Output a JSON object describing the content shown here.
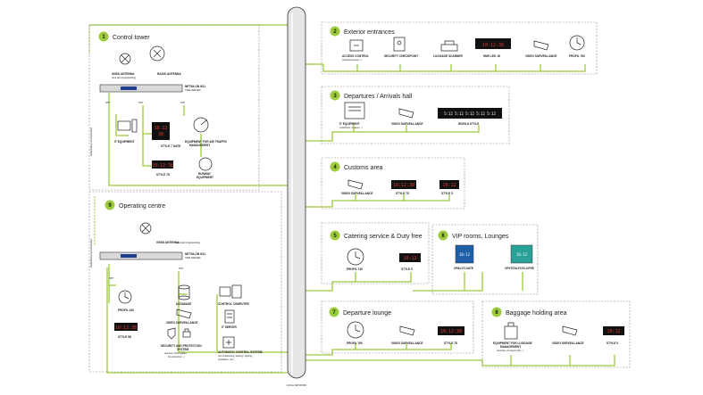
{
  "zones": [
    {
      "num": "1",
      "title": "Control tower"
    },
    {
      "num": "2",
      "title": "Exterior entrances"
    },
    {
      "num": "3",
      "title": "Departures / Arrivals hall"
    },
    {
      "num": "4",
      "title": "Customs area"
    },
    {
      "num": "5",
      "title": "Catering service & Duty free"
    },
    {
      "num": "6",
      "title": "VIP rooms, Lounges"
    },
    {
      "num": "7",
      "title": "Departure lounge"
    },
    {
      "num": "8",
      "title": "Baggage holding area"
    },
    {
      "num": "9",
      "title": "Operating centre"
    }
  ],
  "backbone": {
    "label": "LOCAL NETWORK"
  },
  "redundancy_label": "Redundancy recommended",
  "control_tower": {
    "gnss": "GNSS ANTENNA",
    "gnss_sub": "(anti-jamming/spoofing)",
    "radio": "RADIO ANTENNA",
    "server": "NETSILON 9/11",
    "server_sub": "TIME SERVER",
    "ntp1": "NTP",
    "ntp2": "NTP",
    "ptp": "PTP",
    "it": "IT EQUIPMENT",
    "style7": "STYLE 7 DATE",
    "style7s": "STYLE 7S",
    "atm": "EQUIPMENT FOR AIR TRAFFIC",
    "atm2": "MANAGEMENT",
    "runway": "RUNWAY",
    "runway2": "EQUIPMENT"
  },
  "exterior": {
    "access": "ACCESS CONTROL",
    "access_sub": "(restricted areas...)",
    "security": "SECURITY CHECKPOINT",
    "luggage": "LUGGAGE SCANNER",
    "hms": "HMS LED 18",
    "video": "VIDEO SURVEILLANCE",
    "profil": "PROFIL 760",
    "led": "10:12:38"
  },
  "departures": {
    "it": "IT EQUIPMENT",
    "it_sub": "(machines, screens...)",
    "video": "VIDEO SURVEILLANCE",
    "world": "WORLD STYLE"
  },
  "customs": {
    "video": "VIDEO SURVEILLANCE",
    "s7s": "STYLE 7S",
    "s5": "STYLE 5"
  },
  "operating": {
    "gnss": "GNSS ANTENNA",
    "gnss_sub": "(anti-jamming/spoofing)",
    "server": "NETSILON 9/11",
    "server_sub": "TIME SERVER",
    "ntp": "NTP",
    "ntp2": "NTP",
    "profil": "PROFIL 240",
    "style5d": "STYLE 5D",
    "database": "DATABASE",
    "video": "VIDEO SURVEILLANCE",
    "security": "SECURITY AND PROTECTION",
    "security2": "SYSTEM",
    "security3": "(access control gates,",
    "security4": "fire protection...)",
    "control": "CONTROL COMPUTER",
    "itserver": "IT SERVER",
    "auto": "AUTOMATIC CONTROL SYSTEM",
    "auto2": "(air conditioning, heating, lighting,",
    "auto3": "ventilation, etc.)"
  },
  "catering": {
    "profil": "PROFIL 740",
    "s5": "STYLE 5"
  },
  "vip": {
    "opalys": "OPALYS DATE",
    "crystalys": "CRYSTALYS ELLIPSE"
  },
  "lounge": {
    "profil": "PROFIL 760",
    "video": "VIDEO SURVEILLANCE",
    "s7s": "STYLE 7S"
  },
  "baggage": {
    "equip": "EQUIPMENT FOR LUGGAGE",
    "equip2": "MANAGEMENT",
    "equip3": "(scanner, conveyor belt...)",
    "video": "VIDEO SURVEILLANCE",
    "s5": "STYLE 5"
  },
  "colors": {
    "accent": "#9ccb3b",
    "led": "#e23b2e",
    "panel": "#1f3f8f"
  }
}
